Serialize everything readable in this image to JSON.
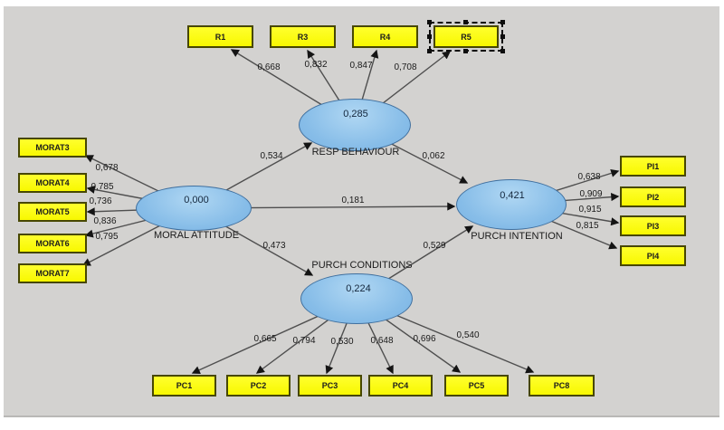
{
  "colors": {
    "canvas_background": "#d3d2d0",
    "latent_fill": "#87bde8",
    "latent_border": "#40709f",
    "indicator_fill": "#f8f800",
    "indicator_border": "#474700",
    "arrow": "#4f4f4f"
  },
  "latents": {
    "resp_behaviour": {
      "name": "RESP BEHAVIOUR",
      "r2": "0,285"
    },
    "moral_attitude": {
      "name": "MORAL ATTITUDE",
      "r2": "0,000"
    },
    "purch_intention": {
      "name": "PURCH INTENTION",
      "r2": "0,421"
    },
    "purch_conditions": {
      "name": "PURCH CONDITIONS",
      "r2": "0,224"
    }
  },
  "indicators": {
    "resp": [
      {
        "label": "R1",
        "loading": "0,668"
      },
      {
        "label": "R3",
        "loading": "0,832"
      },
      {
        "label": "R4",
        "loading": "0,847"
      },
      {
        "label": "R5",
        "loading": "0,708",
        "selected": true
      }
    ],
    "morat": [
      {
        "label": "MORAT3",
        "loading": "0,678"
      },
      {
        "label": "MORAT4",
        "loading": "0,785"
      },
      {
        "label": "MORAT5",
        "loading": "0,736"
      },
      {
        "label": "MORAT6",
        "loading": "0,836"
      },
      {
        "label": "MORAT7",
        "loading": "0,795"
      }
    ],
    "pi": [
      {
        "label": "PI1",
        "loading": "0,638"
      },
      {
        "label": "PI2",
        "loading": "0,909"
      },
      {
        "label": "PI3",
        "loading": "0,915"
      },
      {
        "label": "PI4",
        "loading": "0,815"
      }
    ],
    "pc": [
      {
        "label": "PC1",
        "loading": "0,665"
      },
      {
        "label": "PC2",
        "loading": "0,794"
      },
      {
        "label": "PC3",
        "loading": "0,530"
      },
      {
        "label": "PC4",
        "loading": "0,648"
      },
      {
        "label": "PC5",
        "loading": "0,696"
      },
      {
        "label": "PC8",
        "loading": "0,540"
      }
    ]
  },
  "paths": [
    {
      "from": "MORAL ATTITUDE",
      "to": "RESP BEHAVIOUR",
      "coef": "0,534"
    },
    {
      "from": "MORAL ATTITUDE",
      "to": "PURCH INTENTION",
      "coef": "0,181"
    },
    {
      "from": "MORAL ATTITUDE",
      "to": "PURCH CONDITIONS",
      "coef": "0,473"
    },
    {
      "from": "RESP BEHAVIOUR",
      "to": "PURCH INTENTION",
      "coef": "0,062"
    },
    {
      "from": "PURCH CONDITIONS",
      "to": "PURCH INTENTION",
      "coef": "0,529"
    }
  ]
}
